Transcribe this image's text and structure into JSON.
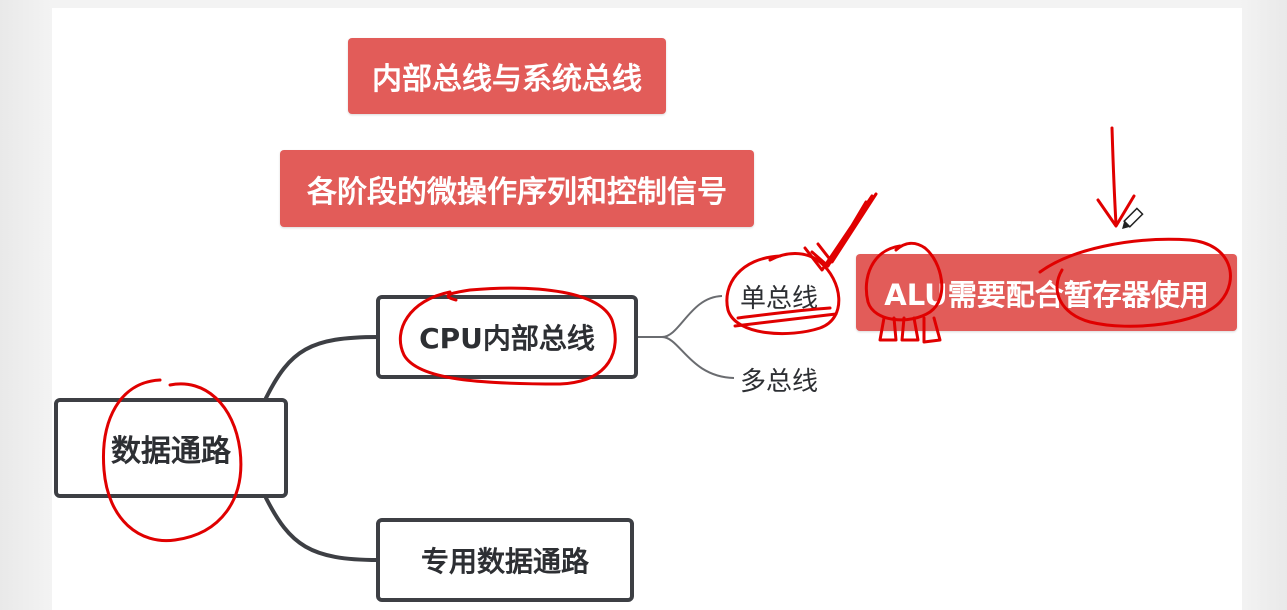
{
  "notes": {
    "bus_title": "内部总线与系统总线",
    "micro_ops": "各阶段的微操作序列和控制信号",
    "alu_note": "ALU需要配合暂存器使用"
  },
  "mindmap": {
    "root": "数据通路",
    "cpu_bus": "CPU内部总线",
    "dedicated": "专用数据通路",
    "single_bus": "单总线",
    "multi_bus": "多总线"
  },
  "colors": {
    "note_fill": "#e25c59",
    "node_border": "#3d3f44",
    "annotation": "#e00000"
  },
  "icons": [
    "pencil-cursor-icon"
  ]
}
